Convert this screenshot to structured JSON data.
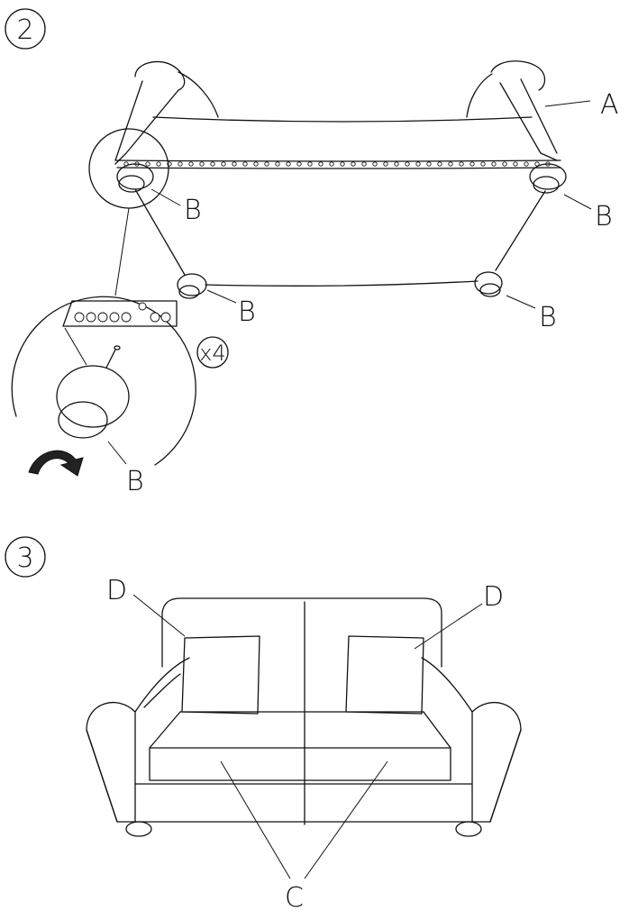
{
  "steps": [
    {
      "number": "2",
      "labels": {
        "a": "A",
        "b1": "B",
        "b2": "B",
        "b3": "B",
        "b4": "B",
        "b_detail": "B"
      },
      "multiplier": "x4"
    },
    {
      "number": "3",
      "labels": {
        "d_left": "D",
        "d_right": "D",
        "c": "C"
      }
    }
  ]
}
